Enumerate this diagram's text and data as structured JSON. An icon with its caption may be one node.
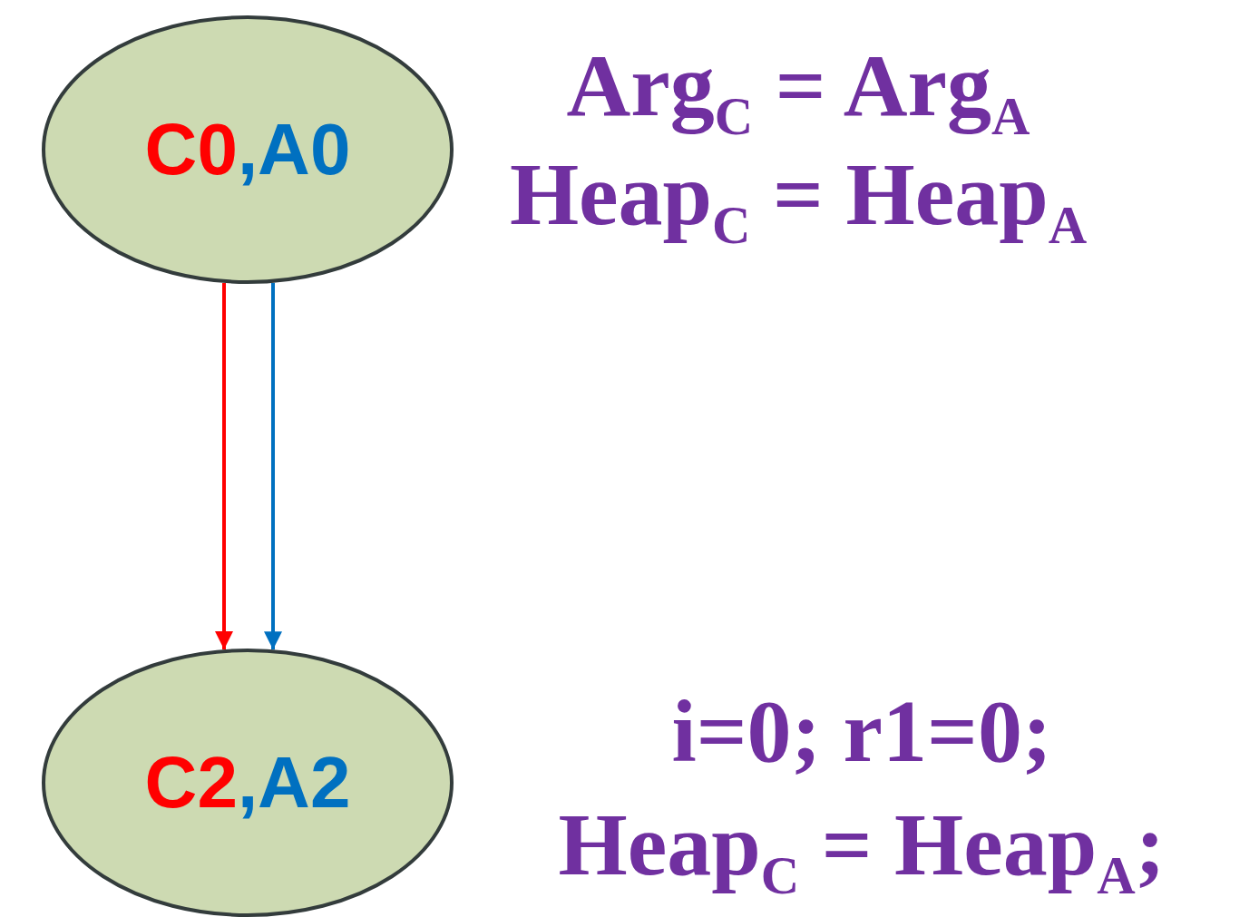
{
  "diagram": {
    "nodes": [
      {
        "text": [
          "C0,A0"
        ]
      },
      {
        "text": [
          "C2,A2"
        ]
      }
    ],
    "edges": [
      {
        "from": 0,
        "to": 1,
        "arrow": "to",
        "color": "#ff0000"
      },
      {
        "from": 0,
        "to": 1,
        "arrow": "to",
        "color": "#0070c0"
      }
    ],
    "labels": [
      "Arg$_{C}$ = Arg$_{A}$",
      "Heap$_{C}$ = Heap$_{A}$",
      "i=0; r1=0;",
      "Heap$_{C}$ = Heap$_{A}$;"
    ]
  }
}
